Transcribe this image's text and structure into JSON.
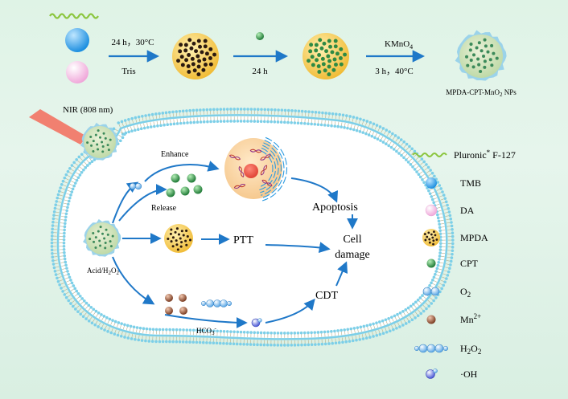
{
  "synthesis": {
    "step1_condition": "24 h，30°C",
    "step1_reagent": "Tris",
    "step2_condition": "24 h",
    "step3_reagent": "KMnO",
    "step3_reagent_sub": "4",
    "step3_condition": "3 h，40°C",
    "product_label": "MPDA-CPT-MnO",
    "product_label_sub": "2",
    "product_label_tail": " NPs"
  },
  "cell": {
    "nir_label": "NIR (808 nm)",
    "enhance": "Enhance",
    "release": "Release",
    "trigger_main": "Acid/H",
    "trigger_sub": "2",
    "trigger_mid": "O",
    "trigger_sub2": "2",
    "ptt": "PTT",
    "cdt": "CDT",
    "apoptosis": "Apoptosis",
    "cell_damage_line1": "Cell",
    "cell_damage_line2": "damage",
    "hco3": "HCO",
    "hco3_sub": "3",
    "hco3_sup": "-"
  },
  "legend": {
    "pluronic": "Pluronic",
    "pluronic_mark": "*",
    "pluronic_tail": " F-127",
    "tmb": "TMB",
    "da": "DA",
    "mpda": "MPDA",
    "cpt": "CPT",
    "o2": "O",
    "o2_sub": "2",
    "mn": "Mn",
    "mn_sup": "2+",
    "h2o2_a": "H",
    "h2o2_sub1": "2",
    "h2o2_b": "O",
    "h2o2_sub2": "2",
    "oh": "·OH"
  },
  "colors": {
    "arrow": "#1f78c8",
    "tmb": "#3aa8e8",
    "da": "#f2b7e0",
    "mpda": "#f5c64a",
    "cpt": "#2f9a4a",
    "mn": "#9a5a3c",
    "membrane": "#7ccfe8",
    "coating": "#9bd3ea",
    "pluronic": "#8cc63f"
  }
}
